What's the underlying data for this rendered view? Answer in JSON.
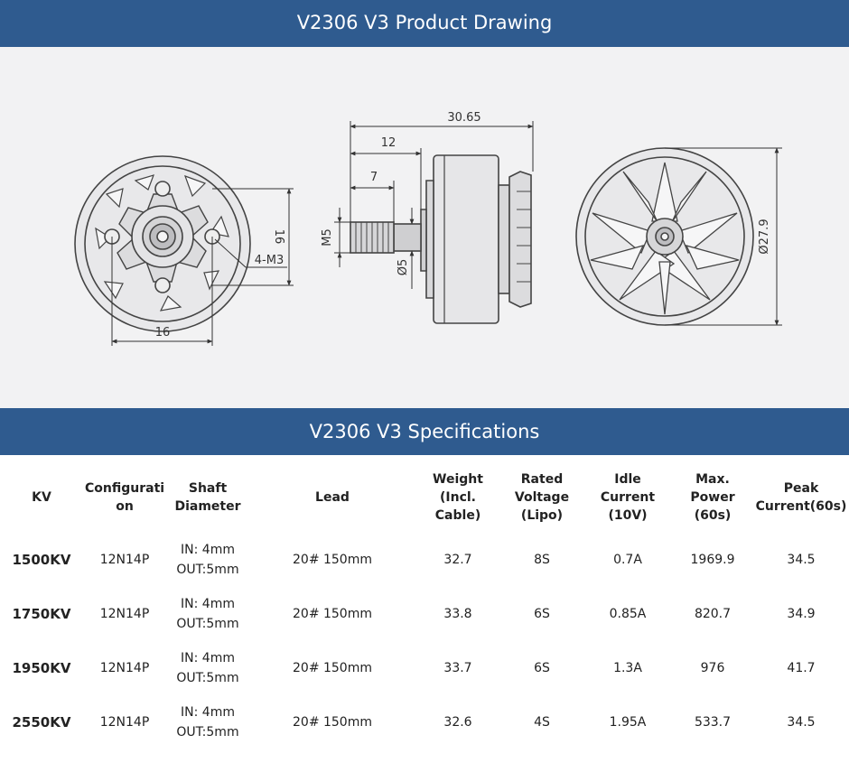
{
  "drawing_section": {
    "title": "V2306 V3 Product Drawing"
  },
  "drawing": {
    "front_view": {
      "width_dim": "16",
      "height_dim": "16",
      "thread_label": "4-M3"
    },
    "side_view": {
      "overall_length": "30.65",
      "shaft_length": "12",
      "thread_length": "7",
      "thread_size": "M5",
      "shaft_diameter": "Ø5"
    },
    "rear_view": {
      "diameter": "Ø27.9"
    }
  },
  "specs_section": {
    "title": "V2306 V3 Specifications"
  },
  "specs": {
    "headers": [
      "KV",
      "Configurati\non",
      "Shaft\nDiameter",
      "Lead",
      "Weight\n(Incl.\nCable)",
      "Rated\nVoltage\n(Lipo)",
      "Idle\nCurrent\n(10V)",
      "Max.\nPower\n(60s)",
      "Peak\nCurrent(60s)"
    ],
    "rows": [
      [
        "1500KV",
        "12N14P",
        "IN: 4mm\nOUT:5mm",
        "20# 150mm",
        "32.7",
        "8S",
        "0.7A",
        "1969.9",
        "34.5"
      ],
      [
        "1750KV",
        "12N14P",
        "IN: 4mm\nOUT:5mm",
        "20# 150mm",
        "33.8",
        "6S",
        "0.85A",
        "820.7",
        "34.9"
      ],
      [
        "1950KV",
        "12N14P",
        "IN: 4mm\nOUT:5mm",
        "20# 150mm",
        "33.7",
        "6S",
        "1.3A",
        "976",
        "41.7"
      ],
      [
        "2550KV",
        "12N14P",
        "IN: 4mm\nOUT:5mm",
        "20# 150mm",
        "32.6",
        "4S",
        "1.95A",
        "533.7",
        "34.5"
      ]
    ]
  }
}
